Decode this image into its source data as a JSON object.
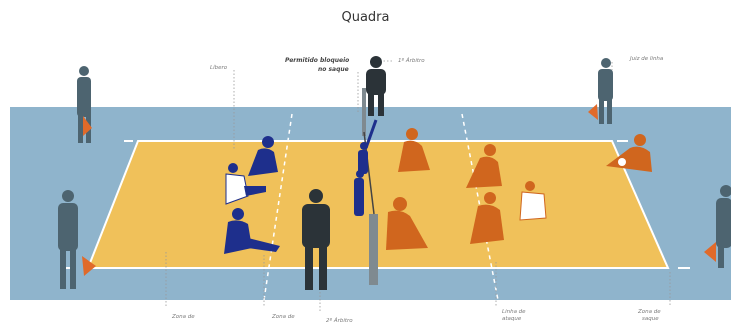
{
  "title": "Quadra",
  "labels": {
    "libero": "Líbero",
    "block_line1": "Permitido bloqueio",
    "block_line2": "no saque",
    "first_referee": "1º Árbitro",
    "line_judge": "Juiz de linha",
    "zone_left_a": "Zona de",
    "zone_left_b": "Zona de",
    "second_referee": "2º Árbitro",
    "attack_line_a": "Linha de",
    "attack_line_b": "ataque",
    "zone_right_a": "Zona de",
    "zone_right_b": "saque"
  },
  "colors": {
    "floor": "#8fb4cc",
    "court": "#f0c15a",
    "team_blue": "#1e2f8c",
    "team_orange": "#d0661e",
    "officials": "#4d6470",
    "referees": "#2b3338",
    "flag": "#e06a2a",
    "net_post": "#7f8a90"
  }
}
